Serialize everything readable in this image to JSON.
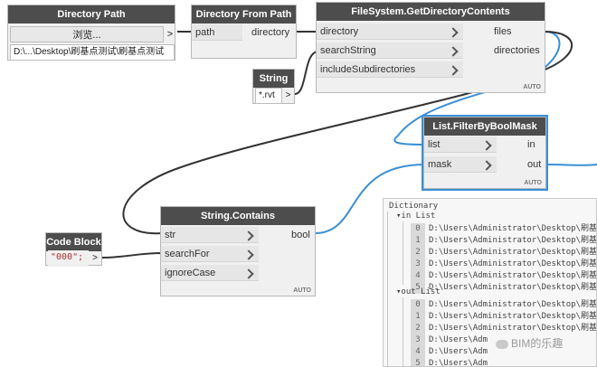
{
  "nodes": {
    "directory_path": {
      "title": "Directory Path",
      "browse_label": "浏览...",
      "out_arrow": ">",
      "path_value": "D:\\...\\Desktop\\刷基点测试\\刷基点测试"
    },
    "directory_from_path": {
      "title": "Directory From Path",
      "in": "path",
      "out": "directory"
    },
    "get_directory_contents": {
      "title": "FileSystem.GetDirectoryContents",
      "inputs": [
        "directory",
        "searchString",
        "includeSubdirectories"
      ],
      "outputs": [
        "files",
        "directories"
      ],
      "auto": "AUTO"
    },
    "string": {
      "title": "String",
      "value": "*.rvt",
      "out_arrow": ">"
    },
    "filter_by_bool_mask": {
      "title": "List.FilterByBoolMask",
      "inputs": [
        "list",
        "mask"
      ],
      "outputs": [
        "in",
        "out"
      ],
      "auto": "AUTO"
    },
    "string_contains": {
      "title": "String.Contains",
      "inputs": [
        "str",
        "searchFor",
        "ignoreCase"
      ],
      "outputs": [
        "bool"
      ],
      "auto": "AUTO"
    },
    "code_block": {
      "title": "Code Block",
      "code": "\"000\";",
      "out_arrow": ">"
    }
  },
  "preview": {
    "root": "Dictionary",
    "in_label": "in List",
    "out_label": "out List",
    "in_items": [
      {
        "index": "0",
        "text": "D:\\Users\\Administrator\\Desktop\\刷基"
      },
      {
        "index": "1",
        "text": "D:\\Users\\Administrator\\Desktop\\刷基"
      },
      {
        "index": "2",
        "text": "D:\\Users\\Administrator\\Desktop\\刷基"
      },
      {
        "index": "3",
        "text": "D:\\Users\\Administrator\\Desktop\\刷基"
      },
      {
        "index": "4",
        "text": "D:\\Users\\Administrator\\Desktop\\刷基"
      },
      {
        "index": "5",
        "text": "D:\\Users\\Administrator\\Desktop\\刷基"
      }
    ],
    "out_items": [
      {
        "index": "0",
        "text": "D:\\Users\\Administrator\\Desktop\\刷基"
      },
      {
        "index": "1",
        "text": "D:\\Users\\Administrator\\Desktop\\刷基"
      },
      {
        "index": "2",
        "text": "D:\\Users\\Administrator\\Desktop\\刷基"
      },
      {
        "index": "3",
        "text": "D:\\Users\\Adm"
      },
      {
        "index": "4",
        "text": "D:\\Users\\Adm"
      },
      {
        "index": "5",
        "text": "D:\\Users\\Adm"
      }
    ]
  },
  "watermark": "BIM的乐趣",
  "colors": {
    "wire_blue": "#3a8fd6",
    "wire_dark": "#333333",
    "header": "#4d4d4d"
  }
}
